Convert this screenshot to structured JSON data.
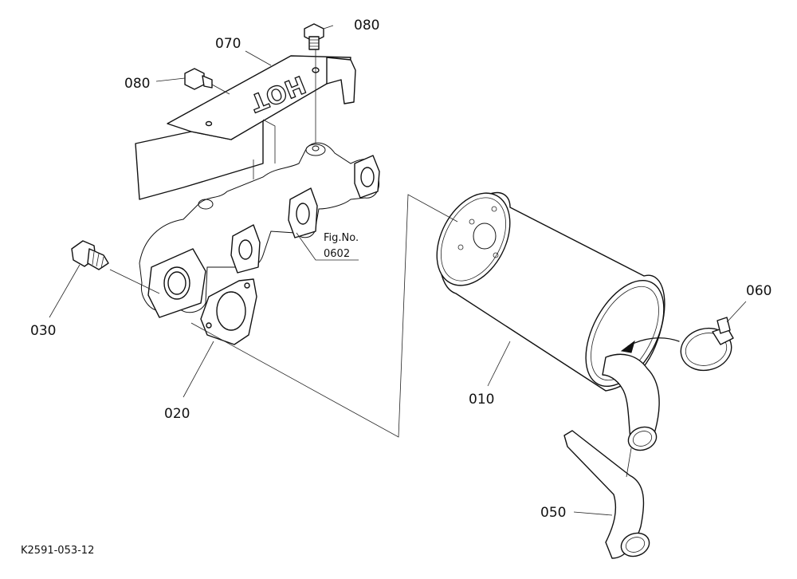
{
  "diagram": {
    "drawing_code": "K2591-053-12",
    "heat_shield_marking": "HOT",
    "figure_reference": {
      "label": "Fig.No.",
      "number": "0602"
    },
    "callouts": {
      "muffler": "010",
      "gasket": "020",
      "stud_bolt": "030",
      "tail_pipe": "050",
      "hose_clamp": "060",
      "heat_shield": "070",
      "bolt_left": "080",
      "bolt_top": "080"
    }
  }
}
